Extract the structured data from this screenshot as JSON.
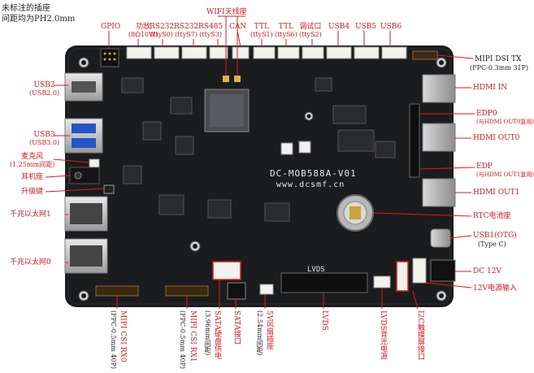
{
  "note": {
    "line1": "未标注的插座",
    "line2": "间距均为PH2.0mm"
  },
  "board": {
    "model": "DC-MOB588A-V01",
    "url": "www.dcsmf.cn",
    "lvds_silk": "LVDS",
    "colors": {
      "pcb": "#1b1c1e",
      "label": "#e8161b",
      "line": "#e8161b"
    }
  },
  "top_labels": {
    "gpio": "GPIO",
    "amp": "功放",
    "amp_sub": "(8Ω10W)",
    "rs232a": "RS232",
    "rs232a_sub": "(ttyS0)",
    "rs232b": "RS232",
    "rs232b_sub": "(ttyS7)",
    "rs485": "RS485",
    "rs485_sub": "(ttyS3)",
    "wifi": "WIFI天线座",
    "can": "CAN",
    "ttl1": "TTL",
    "ttl1_sub": "(ttyS1)",
    "ttl2": "TTL",
    "ttl2_sub": "(ttyS6)",
    "debug": "调试口",
    "debug_sub": "(ttyS2)",
    "usb4": "USB4",
    "usb5": "USB5",
    "usb6": "USB6"
  },
  "left_labels": {
    "usb2": "USB2",
    "usb2_sub": "(USB2.0)",
    "usb3": "USB3",
    "usb3_sub": "(USB3.0)",
    "mic": "麦克风",
    "mic_sub": "(1.25mm间距)",
    "earphone": "耳机座",
    "upgrade": "升级键",
    "eth1": "千兆以太网1",
    "eth0": "千兆以太网0"
  },
  "right_labels": {
    "mipi_dsi": "MIPI DSI TX",
    "mipi_dsi_sub": "(FPC-0.3mm 31P)",
    "hdmi_in": "HDMI IN",
    "edp0": "EDP0",
    "edp0_sub": "(与HDMI OUT0复用)",
    "hdmi_out0": "HDMI OUT0",
    "edp": "EDP",
    "edp_sub": "(与HDMI OUT1复用)",
    "hdmi_out1": "HDMI OUT1",
    "rtc": "RTC电池座",
    "usb1": "USB1(OTG)",
    "usb1_sub": "(Type C)",
    "dc": "DC 12V",
    "dc_input": "12V电源输入"
  },
  "bottom_labels": {
    "csi0": "MIPI CSI RX0",
    "csi0_sub": "(FPC-0.5mm 40P)",
    "csi1": "MIPI CSI RX1",
    "csi1_sub": "(FPC-0.5mm 40P)",
    "sata_power": "SATA硬盘供电",
    "sata_power_sub": "(3.96mm间距)",
    "sata": "SATA接口",
    "fan": "5V风扇插座",
    "fan_sub": "(2.54mm间距)",
    "lvds": "LVDS",
    "lvds_backlight": "LVDS背光电源",
    "i2c_touch": "I2C触摸屏接口"
  }
}
